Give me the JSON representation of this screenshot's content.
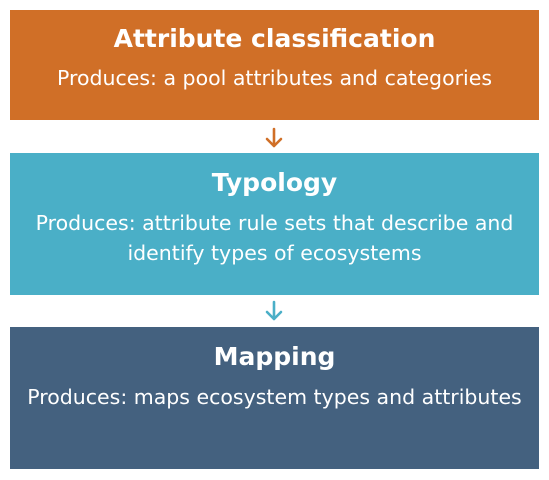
{
  "steps": [
    {
      "title": "Attribute classification",
      "description": "Produces: a pool attributes and categories",
      "color": "#d06f27"
    },
    {
      "title": "Typology",
      "description": "Produces: attribute rule sets that describe and identify types of ecosystems",
      "color": "#4aafc7"
    },
    {
      "title": "Mapping",
      "description": "Produces: maps ecosystem types and attributes",
      "color": "#44617f"
    }
  ],
  "arrows": [
    {
      "icon": "arrow-down-icon",
      "color": "#d06f27"
    },
    {
      "icon": "arrow-down-icon",
      "color": "#4aafc7"
    }
  ]
}
